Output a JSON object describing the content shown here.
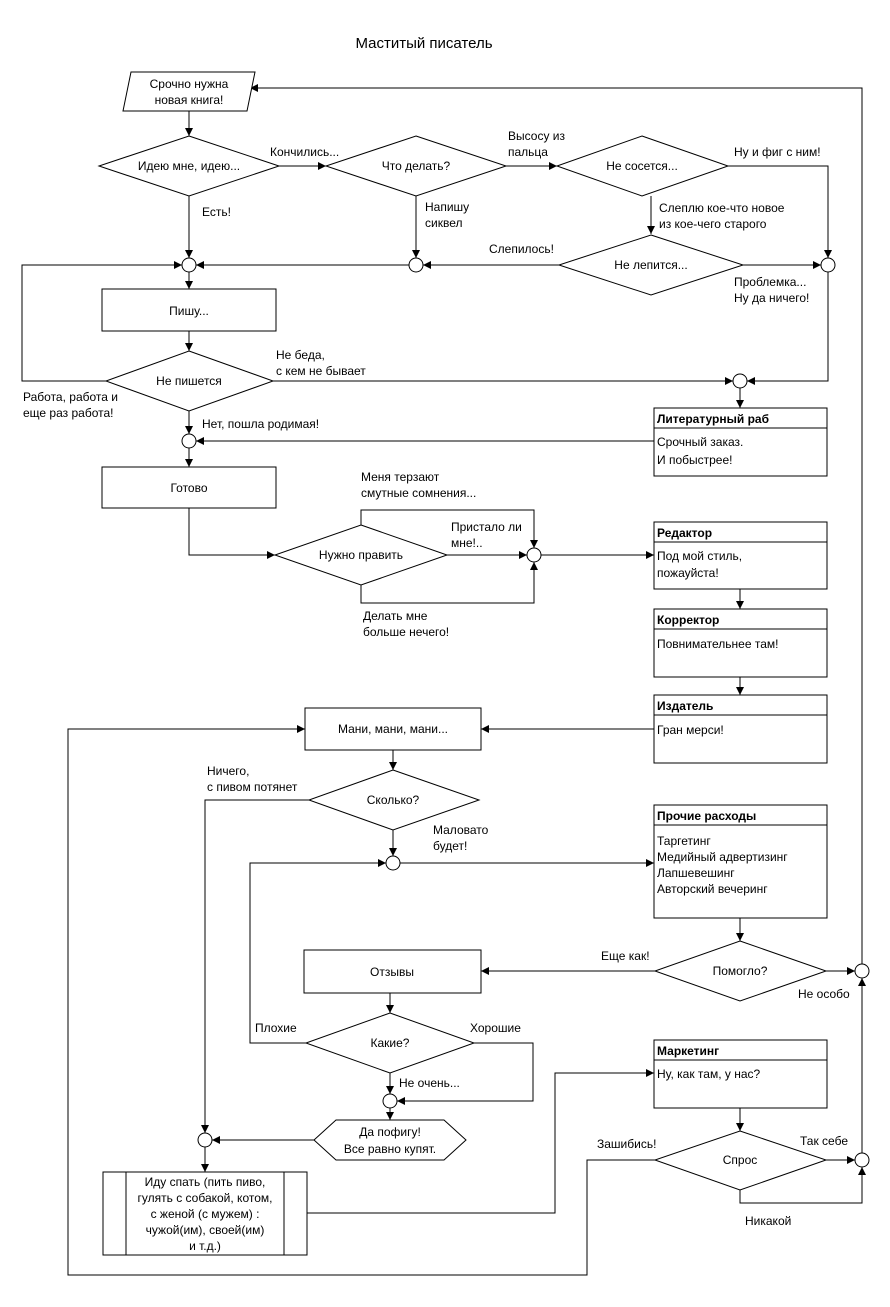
{
  "title": "Маститый писатель",
  "nodes": {
    "start": [
      "Срочно нужна",
      "новая книга!"
    ],
    "idea": "Идею мне, идею...",
    "what_to_do": "Что делать?",
    "not_sucking": "Не сосется...",
    "not_sticking": "Не лепится...",
    "writing": "Пишу...",
    "not_writing": "Не пишется",
    "ready": "Готово",
    "need_edit": "Нужно править",
    "money": "Мани, мани, мани...",
    "how_much": "Сколько?",
    "reviews": "Отзывы",
    "which": "Какие?",
    "whatever": [
      "Да пофигу!",
      "Все равно купят."
    ],
    "helped": "Помогло?",
    "demand": "Спрос",
    "sleep": [
      "Иду спать (пить пиво,",
      "гулять с собакой, котом,",
      "с женой (с мужем) :",
      "чужой(им), своей(им)",
      "и т.д.)"
    ]
  },
  "panels": {
    "lit_slave": {
      "title": "Литературный раб",
      "lines": [
        "Срочный заказ.",
        "И побыстрее!"
      ]
    },
    "editor": {
      "title": "Редактор",
      "lines": [
        "Под мой стиль,",
        "пожауйста!"
      ]
    },
    "proofreader": {
      "title": "Корректор",
      "lines": [
        "Повнимательнее там!"
      ]
    },
    "publisher": {
      "title": "Издатель",
      "lines": [
        "Гран мерси!"
      ]
    },
    "other_costs": {
      "title": "Прочие расходы",
      "lines": [
        "Таргетинг",
        "Медийный адвертизинг",
        "Лапшевешинг",
        "Авторский вечеринг"
      ]
    },
    "marketing": {
      "title": "Маркетинг",
      "lines": [
        "Ну, как там, у нас?"
      ]
    }
  },
  "labels": {
    "ran_out": "Кончились...",
    "yes": "Есть!",
    "suck_from_finger": [
      "Высосу из",
      "пальца"
    ],
    "whatever_with_it": "Ну и фиг с ним!",
    "write_sequel": [
      "Напишу",
      "сиквел"
    ],
    "blind_new": [
      "Слеплю кое-что новое",
      "из кое-чего старого"
    ],
    "stuck_together": "Слепилось!",
    "problem": [
      "Проблемка...",
      "Ну да ничего!"
    ],
    "no_worries": [
      "Не беда,",
      "с кем не бывает"
    ],
    "work_work": [
      "Работа, работа и",
      "еще раз работа!"
    ],
    "no_it_went": "Нет, пошла родимая!",
    "doubts": [
      "Меня терзают",
      "смутные сомнения..."
    ],
    "is_it_fitting": [
      "Пристало ли",
      "мне!.."
    ],
    "nothing_to_do": [
      "Делать мне",
      "больше нечего!"
    ],
    "nothing_beer": [
      "Ничего,",
      "с пивом потянет"
    ],
    "too_little": [
      "Маловато",
      "будет!"
    ],
    "and_how": "Еще как!",
    "not_really": "Не особо",
    "bad": "Плохие",
    "good": "Хорошие",
    "not_very": "Не очень...",
    "awesome": "Зашибись!",
    "so_so": "Так себе",
    "none": "Никакой"
  }
}
